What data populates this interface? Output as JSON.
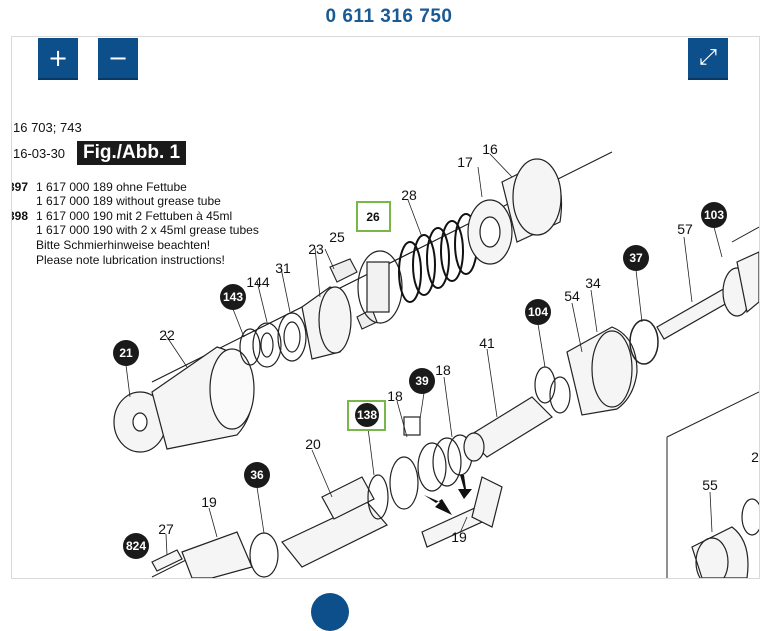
{
  "page": {
    "title": "0 611 316 750"
  },
  "controls": {
    "zoom_in": "+",
    "zoom_out": "−",
    "fullscreen": "⤢"
  },
  "drawing_header": {
    "line1": "16 703; 743",
    "date": "16-03-30",
    "fig_label": "Fig./Abb. 1",
    "notes": [
      {
        "ref": "397",
        "text": "1 617 000 189 ohne Fettube"
      },
      {
        "ref": "",
        "text": "1 617 000 189 without grease tube"
      },
      {
        "ref": "398",
        "text": "1 617 000 190 mit 2 Fettuben à 45ml"
      },
      {
        "ref": "",
        "text": "1 617 000 190 with 2 x 45ml grease tubes"
      },
      {
        "ref": "",
        "text": "Bitte Schmierhinweise beachten!"
      },
      {
        "ref": "",
        "text": "Please note lubrication instructions!"
      }
    ]
  },
  "part_labels": {
    "plain": [
      "16",
      "17",
      "28",
      "22",
      "144",
      "31",
      "23",
      "25",
      "57",
      "54",
      "34",
      "41",
      "18",
      "18",
      "20",
      "19",
      "27",
      "55",
      "19",
      "2"
    ],
    "circled": [
      "21",
      "143",
      "37",
      "103",
      "104",
      "39",
      "36",
      "824"
    ],
    "boxed": [
      "26",
      "138"
    ]
  },
  "colors": {
    "accent": "#0d4f8b",
    "title": "#1a5a94",
    "highlight": "#7ab648"
  }
}
